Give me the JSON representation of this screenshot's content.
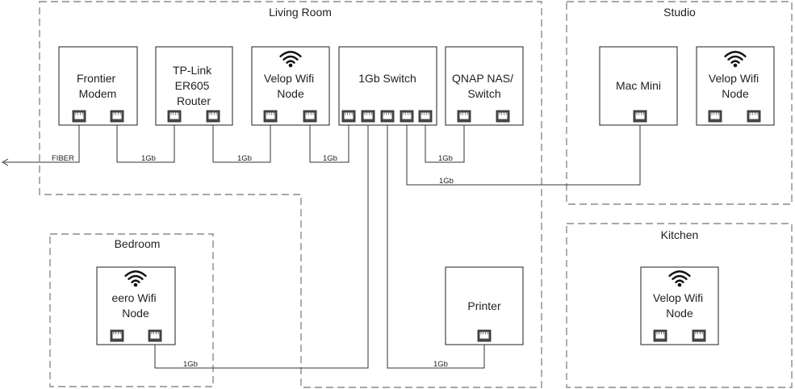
{
  "rooms": {
    "living_room": "Living Room",
    "studio": "Studio",
    "bedroom": "Bedroom",
    "kitchen": "Kitchen"
  },
  "devices": {
    "frontier_modem": [
      "Frontier",
      "Modem"
    ],
    "tplink_router": [
      "TP-Link",
      "ER605",
      "Router"
    ],
    "velop_living": [
      "Velop Wifi",
      "Node"
    ],
    "switch_1gb": [
      "1Gb Switch"
    ],
    "qnap": [
      "QNAP NAS/",
      "Switch"
    ],
    "mac_mini": [
      "Mac Mini"
    ],
    "velop_studio": [
      "Velop Wifi",
      "Node"
    ],
    "eero_bedroom": [
      "eero Wifi",
      "Node"
    ],
    "printer": [
      "Printer"
    ],
    "velop_kitchen": [
      "Velop Wifi",
      "Node"
    ]
  },
  "links": {
    "fiber": "FIBER",
    "modem_router": "1Gb",
    "router_velop": "1Gb",
    "velop_switch": "1Gb",
    "switch_qnap": "1Gb",
    "switch_macmini": "1Gb",
    "switch_eero": "1Gb",
    "switch_printer": "1Gb"
  },
  "icons": {
    "wifi": "wifi-icon",
    "ethernet_port": "ethernet-port-icon"
  }
}
